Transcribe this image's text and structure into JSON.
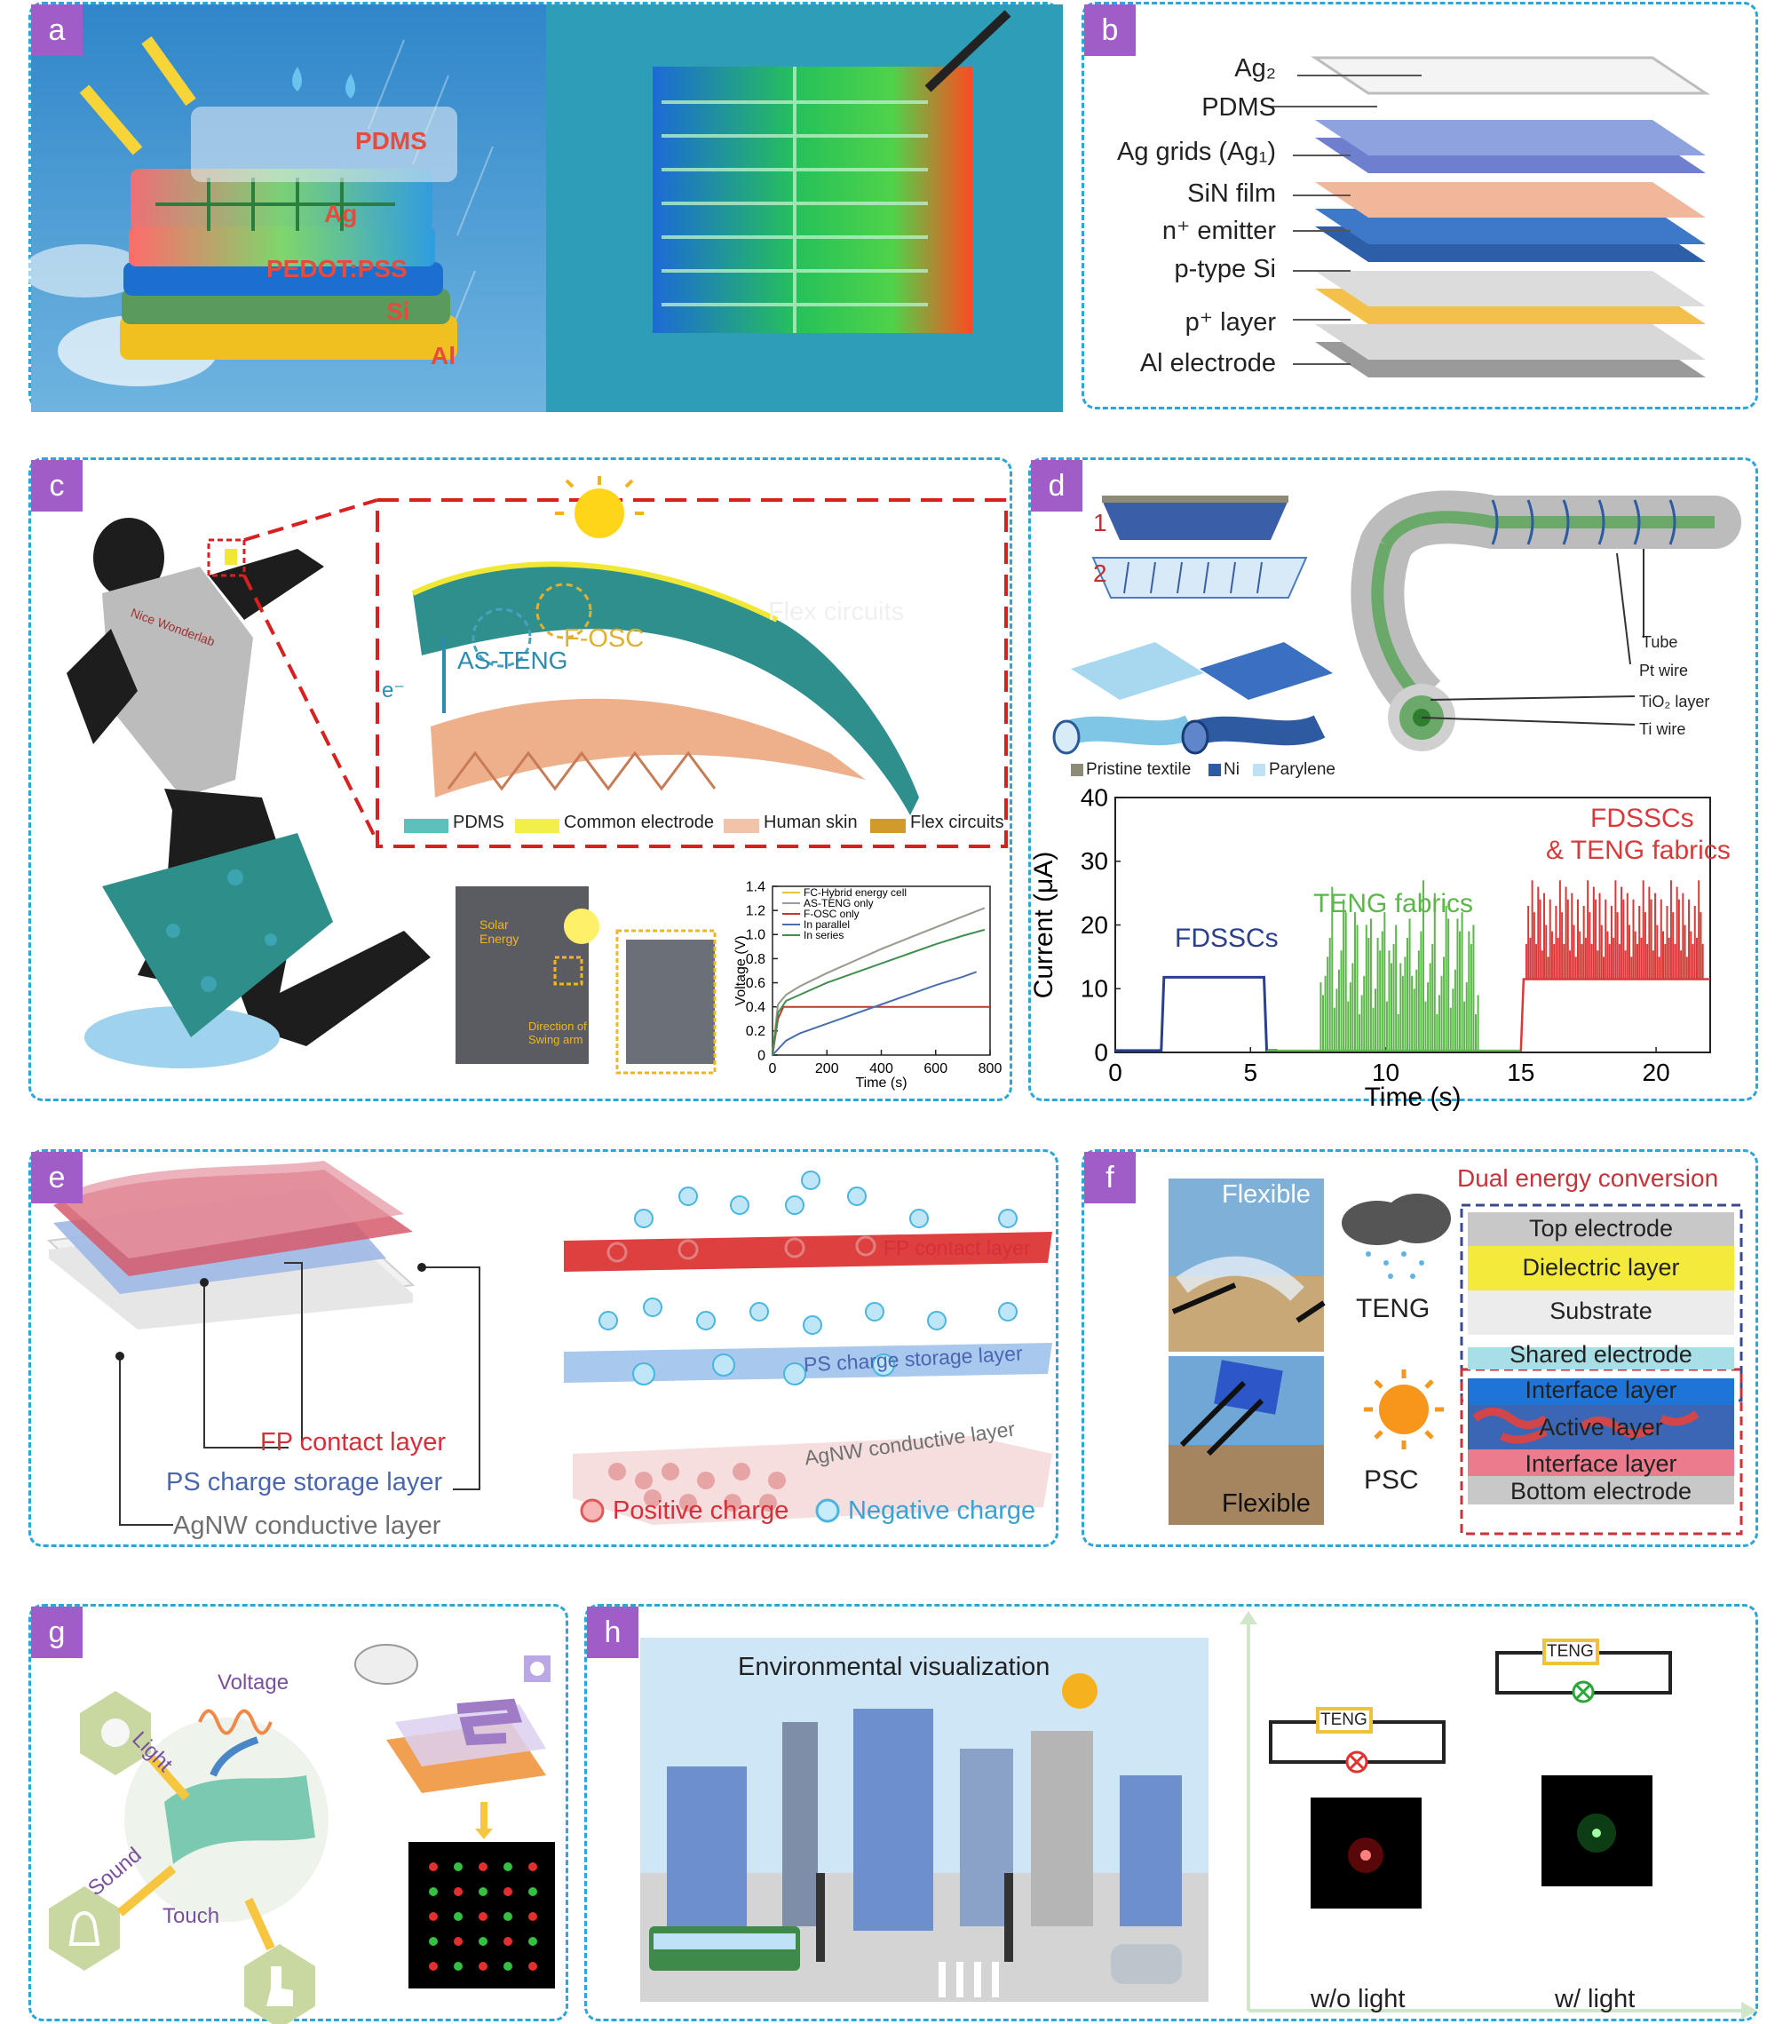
{
  "panels": {
    "a": {
      "label": "a",
      "layers": [
        "PDMS",
        "Ag",
        "PEDOT:PSS",
        "Si",
        "Al"
      ]
    },
    "b": {
      "label": "b",
      "layers": [
        "Ag₂",
        "PDMS",
        "Ag grids (Ag₁)",
        "SiN film",
        "n⁺ emitter",
        "p-type Si",
        "p⁺ layer",
        "Al electrode"
      ]
    },
    "c": {
      "label": "c",
      "shirt_text": "Nice Wonderlab",
      "labels": {
        "flex": "Flex circuits",
        "fosc": "F-OSC",
        "asteng": "AS-TENG",
        "e": "e⁻"
      },
      "legend": [
        "PDMS",
        "Common electrode",
        "Human skin",
        "Flex circuits"
      ],
      "solar": "Solar Energy",
      "swing": "Direction of Swing arm"
    },
    "d": {
      "label": "d",
      "nums": [
        "1",
        "2"
      ],
      "legend": [
        "Pristine textile",
        "Ni",
        "Parylene"
      ],
      "wire": [
        "Tube",
        "Pt wire",
        "TiO₂ layer",
        "Ti wire"
      ],
      "annotations": {
        "fdsscs": "FDSSCs",
        "teng": "TENG fabrics",
        "combo1": "FDSSCs",
        "combo2": "& TENG fabrics"
      }
    },
    "e": {
      "label": "e",
      "left_labels": [
        "FP contact layer",
        "PS charge storage layer",
        "AgNW conductive layer"
      ],
      "right_labels": [
        "FP contact layer",
        "PS charge storage layer",
        "AgNW conductive layer"
      ],
      "legend": [
        "Positive charge",
        "Negative charge"
      ]
    },
    "f": {
      "label": "f",
      "flex": [
        "Flexible",
        "Flexible"
      ],
      "mid": [
        "TENG",
        "PSC"
      ],
      "title": "Dual energy conversion",
      "stack": [
        "Top electrode",
        "Dielectric layer",
        "Substrate",
        "Shared electrode",
        "Interface layer",
        "Active layer",
        "Interface layer",
        "Bottom electrode"
      ]
    },
    "g": {
      "label": "g",
      "words": {
        "voltage": "Voltage",
        "light": "Light",
        "sound": "Sound",
        "touch": "Touch"
      }
    },
    "h": {
      "label": "h",
      "title": "Environmental visualization",
      "teng": [
        "TENG",
        "TENG"
      ],
      "bottom": [
        "w/o light",
        "w/ light"
      ]
    }
  },
  "chart_data": [
    {
      "type": "line",
      "xlabel": "Time (s)",
      "ylabel": "Voltage (V)",
      "xlim": [
        0,
        800
      ],
      "ylim": [
        0,
        1.4
      ],
      "xticks": [
        "0",
        "200",
        "400",
        "600",
        "800"
      ],
      "yticks": [
        "0",
        "0.2",
        "0.4",
        "0.6",
        "0.8",
        "1.0",
        "1.2",
        "1.4"
      ],
      "legend_position": "top-left",
      "series": [
        {
          "name": "FC-Hybrid energy cell",
          "color": "#e9c53a",
          "x": [
            0,
            20,
            50,
            100,
            200,
            300,
            400,
            500,
            600,
            700,
            780
          ],
          "y": [
            0,
            0.42,
            0.5,
            0.57,
            0.68,
            0.78,
            0.88,
            0.97,
            1.06,
            1.15,
            1.22
          ]
        },
        {
          "name": "AS-TENG only",
          "color": "#9a9a9a",
          "x": [
            0,
            20,
            50,
            100,
            200,
            300,
            400,
            500,
            600,
            700,
            780
          ],
          "y": [
            0,
            0.42,
            0.5,
            0.57,
            0.68,
            0.78,
            0.88,
            0.97,
            1.06,
            1.15,
            1.22
          ]
        },
        {
          "name": "F-OSC only",
          "color": "#c0392b",
          "x": [
            0,
            20,
            40,
            800
          ],
          "y": [
            0,
            0.3,
            0.4,
            0.4
          ]
        },
        {
          "name": "In parallel",
          "color": "#4a6fb0",
          "x": [
            0,
            50,
            100,
            200,
            300,
            400,
            500,
            600,
            700,
            750
          ],
          "y": [
            0,
            0.12,
            0.18,
            0.26,
            0.34,
            0.42,
            0.5,
            0.58,
            0.65,
            0.69
          ]
        },
        {
          "name": "In series",
          "color": "#3f8f4f",
          "x": [
            0,
            20,
            50,
            100,
            200,
            300,
            400,
            500,
            600,
            700,
            780
          ],
          "y": [
            0,
            0.35,
            0.45,
            0.5,
            0.6,
            0.68,
            0.76,
            0.84,
            0.92,
            0.99,
            1.04
          ]
        }
      ]
    },
    {
      "type": "line",
      "xlabel": "Time (s)",
      "ylabel": "Current (μA)",
      "xlim": [
        0,
        22
      ],
      "ylim": [
        0,
        40
      ],
      "xticks": [
        "0",
        "5",
        "10",
        "15",
        "20"
      ],
      "yticks": [
        "0",
        "10",
        "20",
        "30",
        "40"
      ],
      "series": [
        {
          "name": "FDSSCs",
          "color": "#2b3f8f",
          "x": [
            0,
            1.7,
            1.8,
            5.5,
            5.6,
            6
          ],
          "y": [
            0.3,
            0.3,
            11.8,
            11.8,
            0.3,
            0.3
          ]
        },
        {
          "name": "TENG fabrics",
          "color": "#5db64b",
          "x": [
            6,
            7.5,
            13.5,
            15
          ],
          "y": [
            0.3,
            0.3,
            0.3,
            0.3
          ]
        },
        {
          "name": "FDSSCs & TENG fabrics",
          "color": "#d83a3a",
          "x": [
            15,
            15.1,
            22
          ],
          "y": [
            0.3,
            11.5,
            11.5
          ]
        }
      ]
    }
  ]
}
